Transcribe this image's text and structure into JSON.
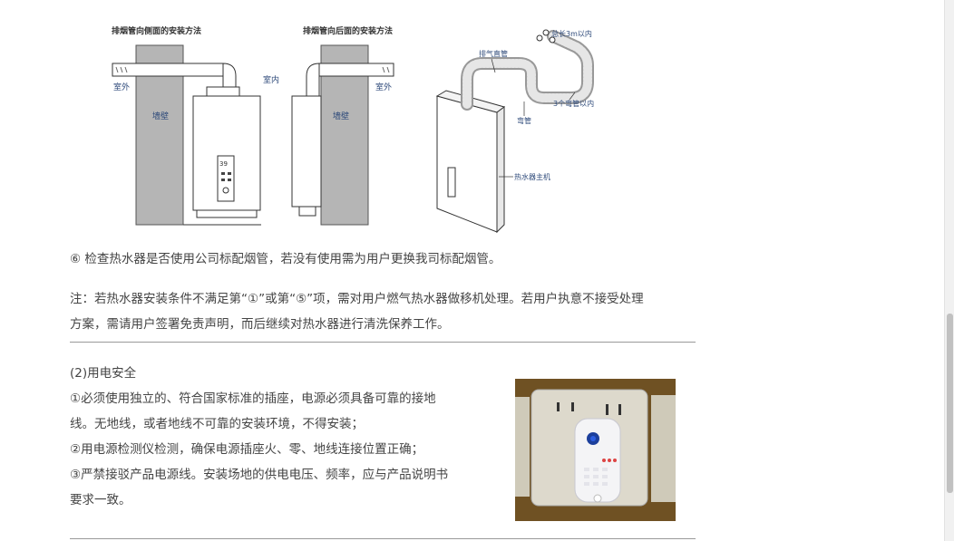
{
  "diagram": {
    "left_title": "排烟管向侧面的安装方法",
    "left_outdoor": "室外",
    "left_wall": "墙壁",
    "indoor": "室内",
    "display_digits": "39",
    "middle_title": "排烟管向后面的安装方法",
    "middle_wall": "墙壁",
    "middle_outdoor": "室外",
    "total_length": "总长3m以内",
    "exhaust_pipe": "排气直管",
    "three_elbows": "3个弯管以内",
    "elbow": "弯管",
    "heater_unit": "热水器主机"
  },
  "content": {
    "item6": "⑥ 检查热水器是否使用公司标配烟管，若没有使用需为用户更换我司标配烟管。",
    "note_line1": "注：若热水器安装条件不满足第“①”或第“⑤”项，需对用户燃气热水器做移机处理。若用户执意不接受处理",
    "note_line2": "方案，需请用户签署免责声明，而后继续对热水器进行清洗保养工作。",
    "section_title": "(2)用电安全",
    "rule1_line1": "①必须使用独立的、符合国家标准的插座，电源必须具备可靠的接地",
    "rule1_line2": "线。无地线，或者地线不可靠的安装环境，不得安装；",
    "rule2": "②用电源检测仪检测，确保电源插座火、零、地线连接位置正确；",
    "rule3_line1": "③严禁接驳产品电源线。安装场地的供电电压、频率，应与产品说明书",
    "rule3_line2": "要求一致。"
  },
  "colors": {
    "wall_gray": "#b5b5b5",
    "label_blue": "#2e4a7a",
    "text": "#444444"
  }
}
